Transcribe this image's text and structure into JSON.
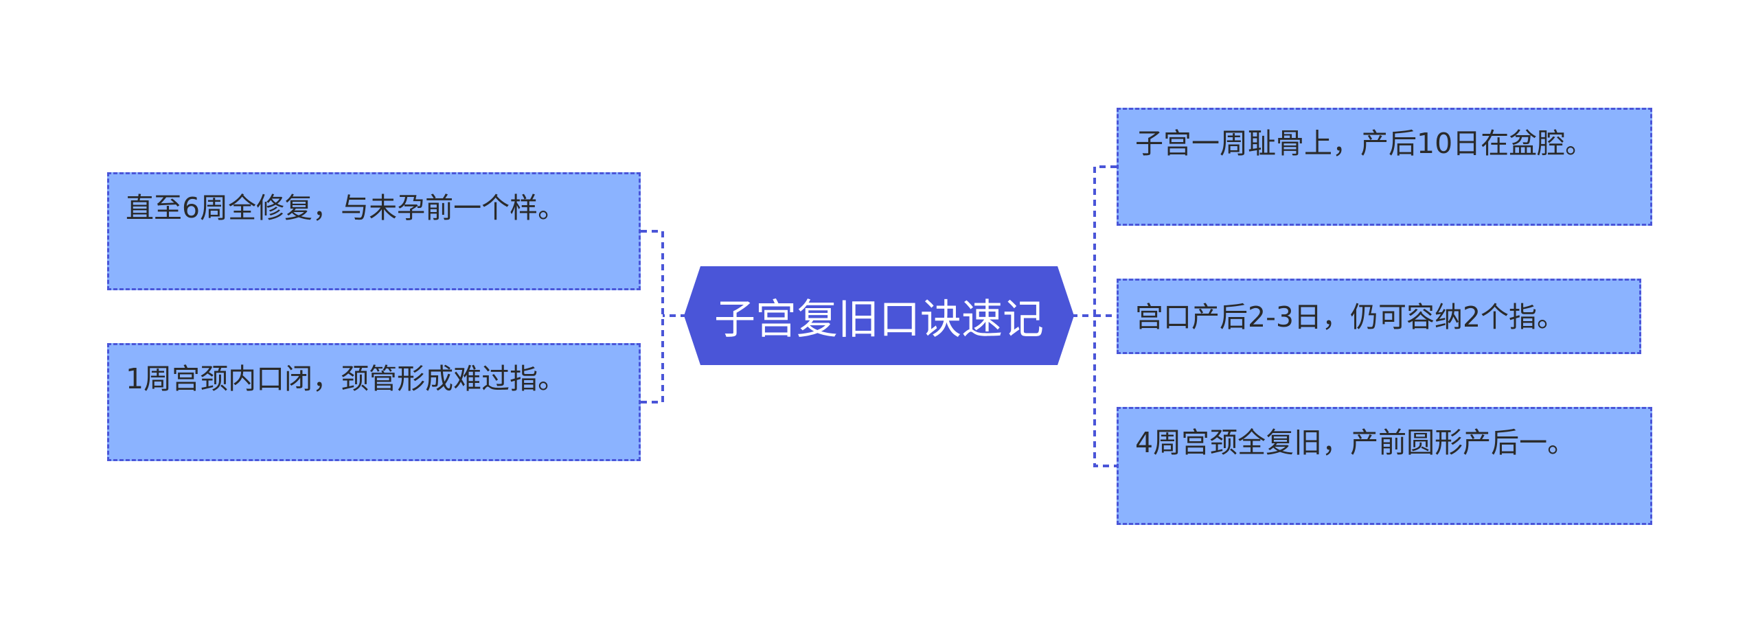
{
  "title": "子宫复旧口诀速记",
  "left_branches": [
    {
      "text": "直至6周全修复，与未孕前一个样。"
    },
    {
      "text": "1周宫颈内口闭，颈管形成难过指。"
    }
  ],
  "right_branches": [
    {
      "text": "子宫一周耻骨上，产后10日在盆腔。"
    },
    {
      "text": "宫口产后2-3日，仍可容纳2个指。"
    },
    {
      "text": "4周宫颈全复旧，产前圆形产后一。"
    }
  ],
  "colors": {
    "center_fill": "#4a55d8",
    "leaf_fill": "#8bb3ff",
    "leaf_border": "#4a55d8",
    "connector": "#4a55d8",
    "center_text": "#ffffff",
    "leaf_text": "#2a2a2a"
  }
}
